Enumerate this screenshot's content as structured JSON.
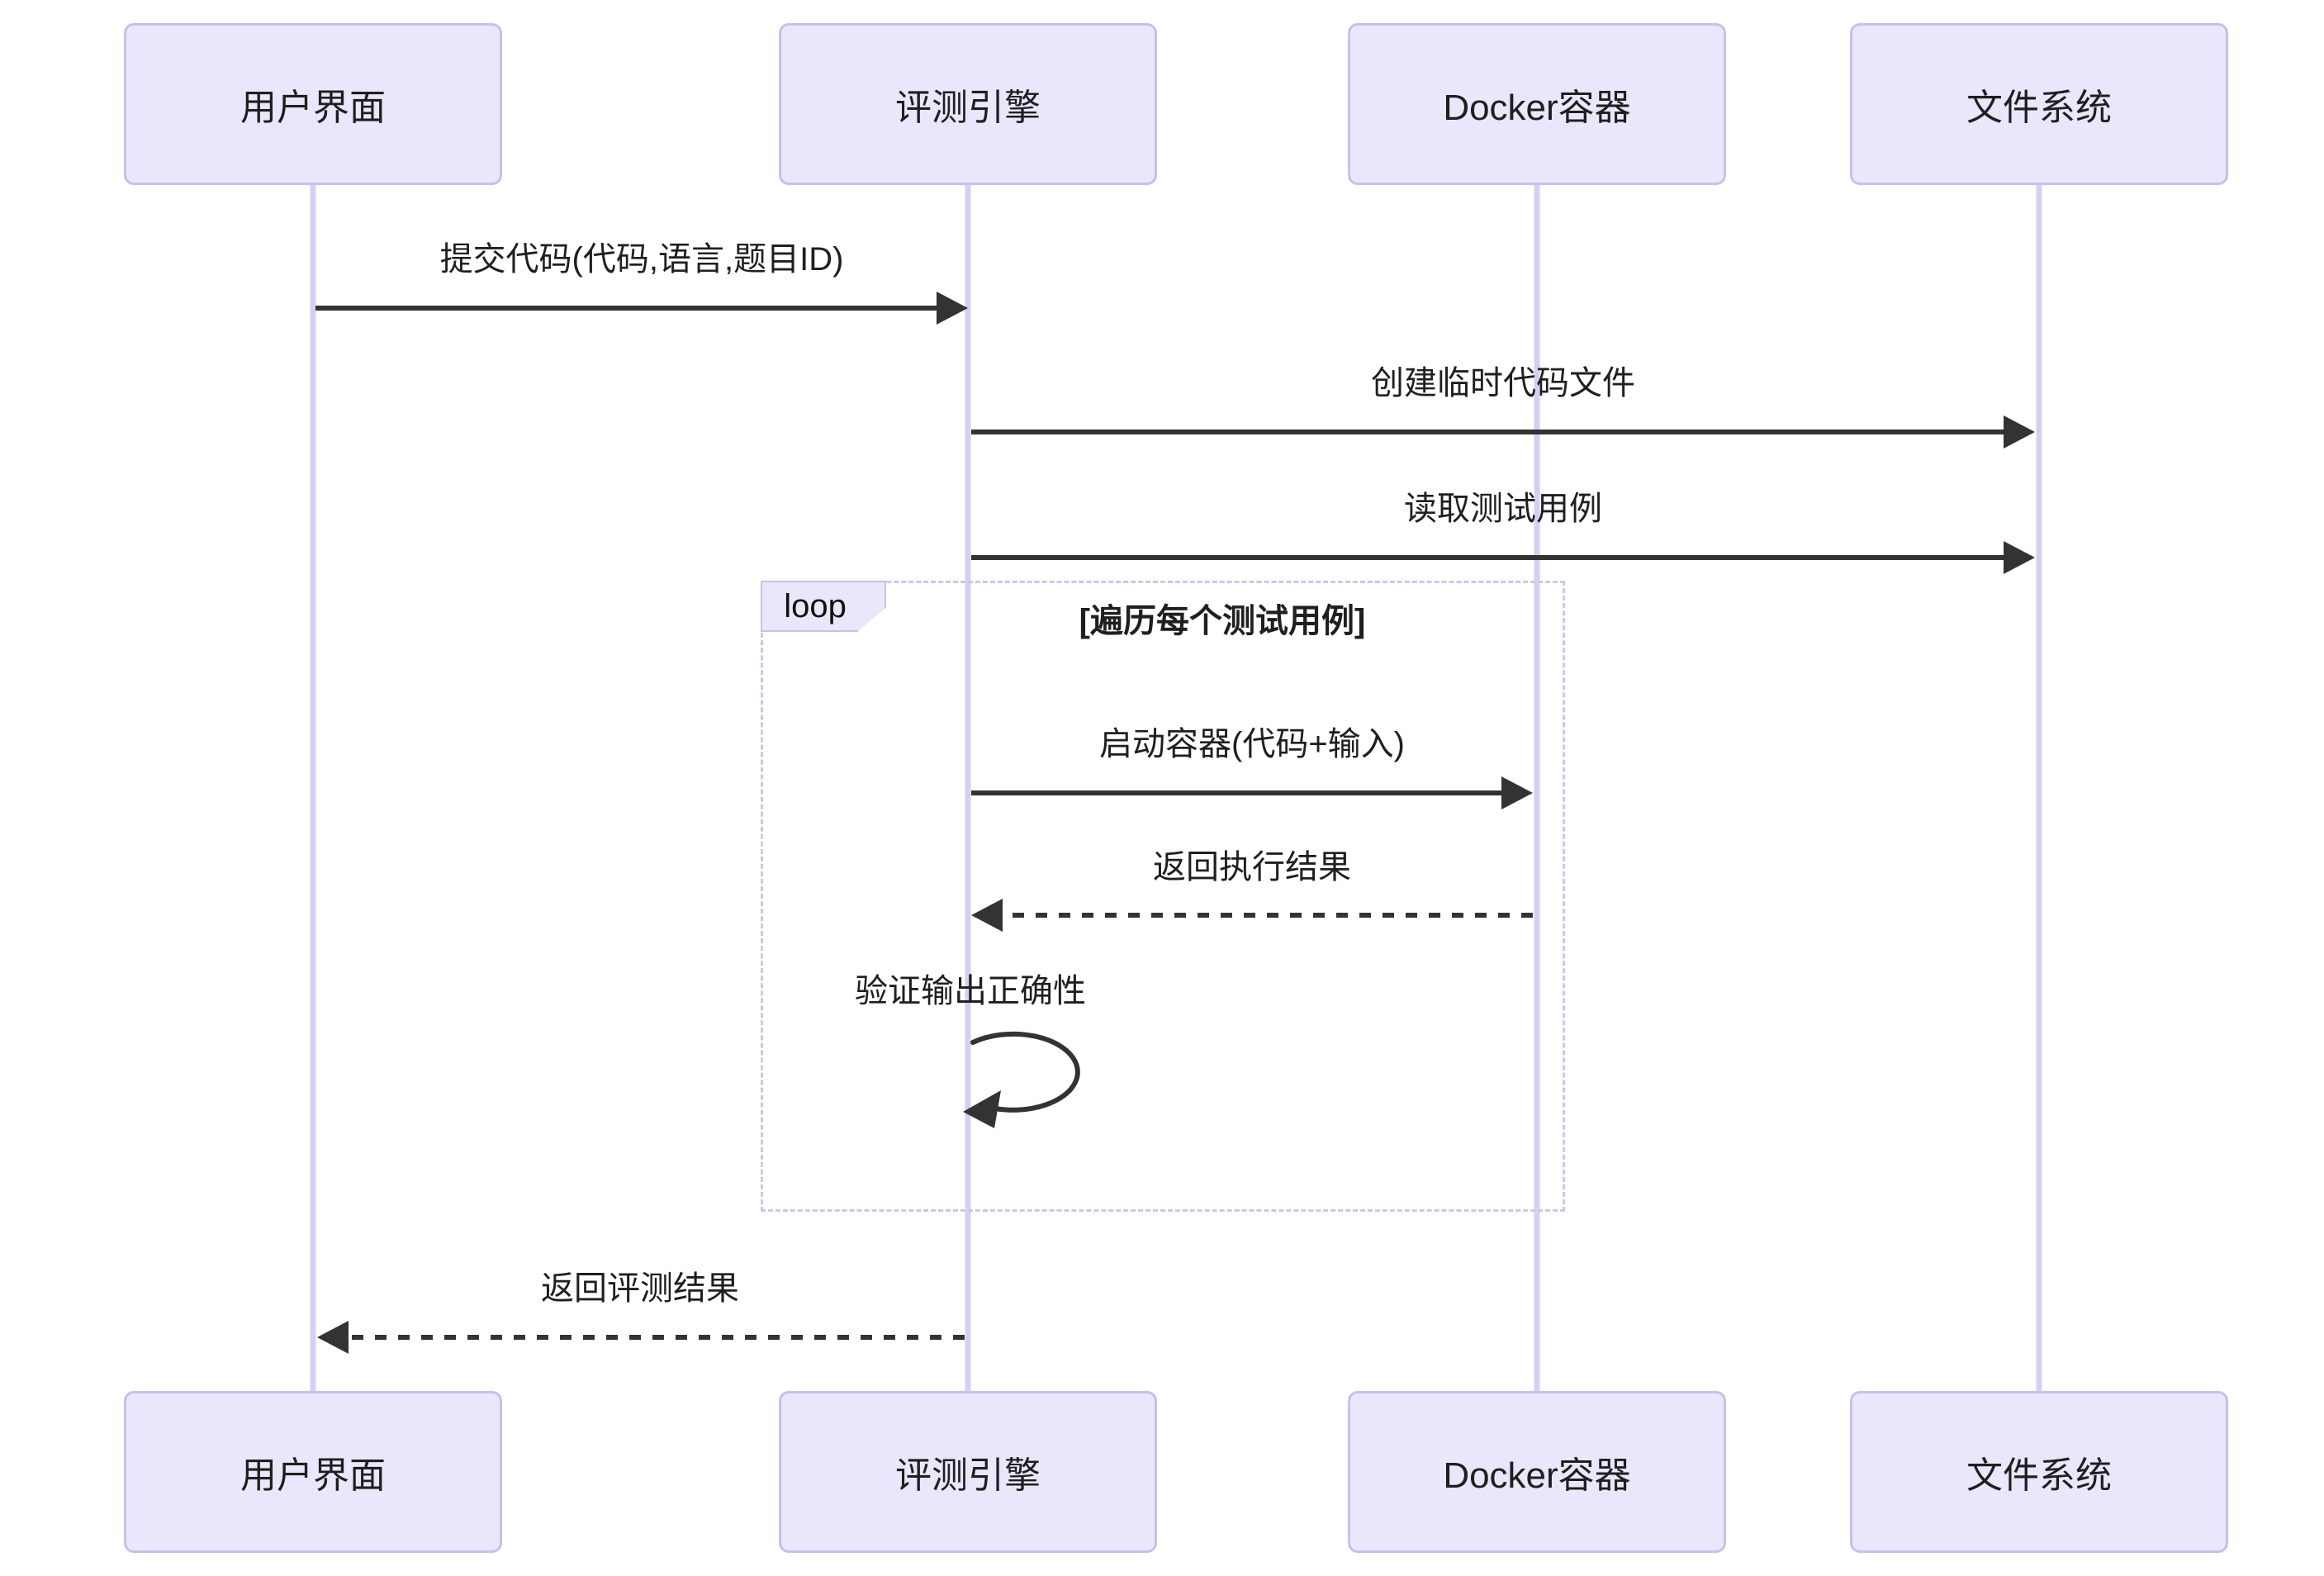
{
  "diagram": {
    "type": "sequence-diagram",
    "actors": [
      {
        "label": "用户界面"
      },
      {
        "label": "评测引擎"
      },
      {
        "label": "Docker容器"
      },
      {
        "label": "文件系统"
      }
    ],
    "messages": [
      {
        "label": "提交代码(代码,语言,题目ID)",
        "from": "用户界面",
        "to": "评测引擎",
        "line": "solid"
      },
      {
        "label": "创建临时代码文件",
        "from": "评测引擎",
        "to": "文件系统",
        "line": "solid"
      },
      {
        "label": "读取测试用例",
        "from": "评测引擎",
        "to": "文件系统",
        "line": "solid"
      },
      {
        "label": "启动容器(代码+输入)",
        "from": "评测引擎",
        "to": "Docker容器",
        "line": "solid"
      },
      {
        "label": "返回执行结果",
        "from": "Docker容器",
        "to": "评测引擎",
        "line": "dashed"
      },
      {
        "label": "验证输出正确性",
        "from": "评测引擎",
        "to": "评测引擎",
        "line": "self-loop"
      },
      {
        "label": "返回评测结果",
        "from": "评测引擎",
        "to": "用户界面",
        "line": "dashed"
      }
    ],
    "loop": {
      "title": "loop",
      "condition": "[遍历每个测试用例]"
    },
    "colors": {
      "actor-fill": "#E9E7FB",
      "actor-border": "#C9BFE9",
      "lifeline": "#D8CEF2",
      "arrow": "#333333",
      "loop-border": "#CFC5EC",
      "text": "#1F1F1F",
      "bg": "#FFFFFF"
    }
  }
}
